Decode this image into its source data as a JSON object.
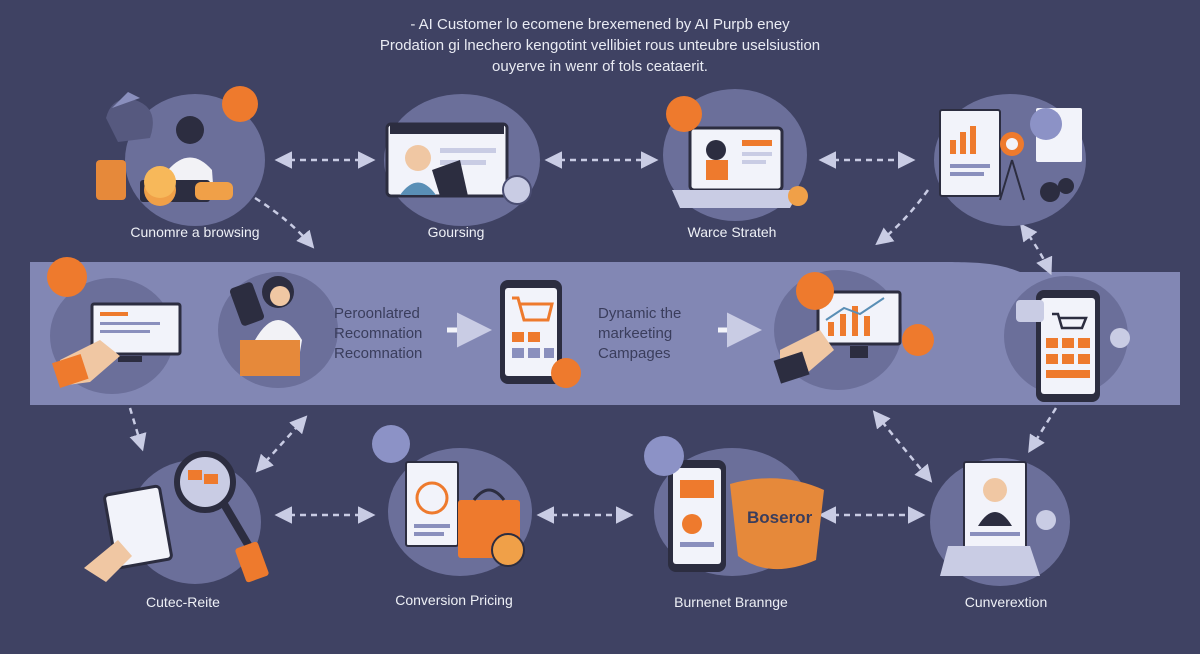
{
  "header": {
    "line1": "- AI Customer lo ecomene brexemened by AI Purpb eney",
    "line2": "Prodation gi lnechero kengotint vellibiet rous unteubre uselsiustion",
    "line3": "ouyerve in wenr of tols ceataerit."
  },
  "nodes": [
    {
      "label": "Cunomre a browsing",
      "icon": "customer-service-icon"
    },
    {
      "label": "Goursing",
      "icon": "monitor-person-icon"
    },
    {
      "label": "Warce Strateh",
      "icon": "laptop-person-icon"
    },
    {
      "label": "",
      "icon": "analytics-dashboard-icon"
    },
    {
      "label": "Cutec-Reite",
      "icon": "magnifier-tablet-icon"
    },
    {
      "label": "Conversion Pricing",
      "icon": "document-bag-icon"
    },
    {
      "label": "Burnenet Brannge",
      "icon": "phone-checkmark-icon"
    },
    {
      "label": "Cunverextion",
      "icon": "profile-laptop-icon"
    }
  ],
  "band": {
    "text1": [
      "Peroonlatred",
      "Recomnation",
      "Recomnation"
    ],
    "text2": [
      "Dynamic the",
      "markeeting",
      "Campages"
    ]
  },
  "badge_text": "Boseror",
  "colors": {
    "background": "#3f4263",
    "node": "#6b6f9a",
    "band": "#8a8fbd",
    "accent": "#ee7a2d",
    "arrow": "#c9cce4"
  }
}
